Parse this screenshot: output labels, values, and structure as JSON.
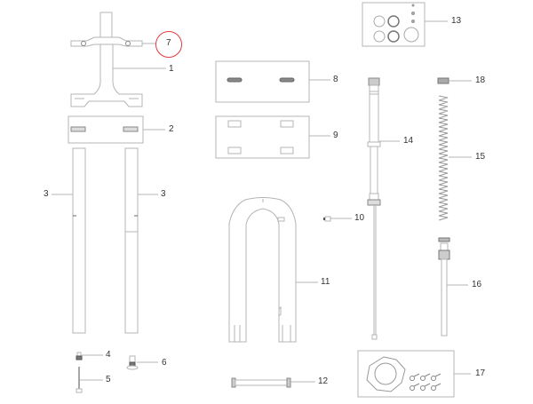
{
  "diagram": {
    "type": "exploded-parts-diagram",
    "subject": "suspension fork",
    "highlight_color": "#e0393e",
    "line_color": "#b5b5b5",
    "highlighted_callout": "7",
    "callouts": [
      {
        "id": "1",
        "label": "1"
      },
      {
        "id": "2",
        "label": "2"
      },
      {
        "id": "3a",
        "label": "3"
      },
      {
        "id": "3b",
        "label": "3"
      },
      {
        "id": "4",
        "label": "4"
      },
      {
        "id": "5",
        "label": "5"
      },
      {
        "id": "6",
        "label": "6"
      },
      {
        "id": "7",
        "label": "7"
      },
      {
        "id": "8",
        "label": "8"
      },
      {
        "id": "9",
        "label": "9"
      },
      {
        "id": "10",
        "label": "10"
      },
      {
        "id": "11",
        "label": "11"
      },
      {
        "id": "12",
        "label": "12"
      },
      {
        "id": "13",
        "label": "13"
      },
      {
        "id": "14",
        "label": "14"
      },
      {
        "id": "15",
        "label": "15"
      },
      {
        "id": "16",
        "label": "16"
      },
      {
        "id": "17",
        "label": "17"
      },
      {
        "id": "18",
        "label": "18"
      }
    ]
  }
}
